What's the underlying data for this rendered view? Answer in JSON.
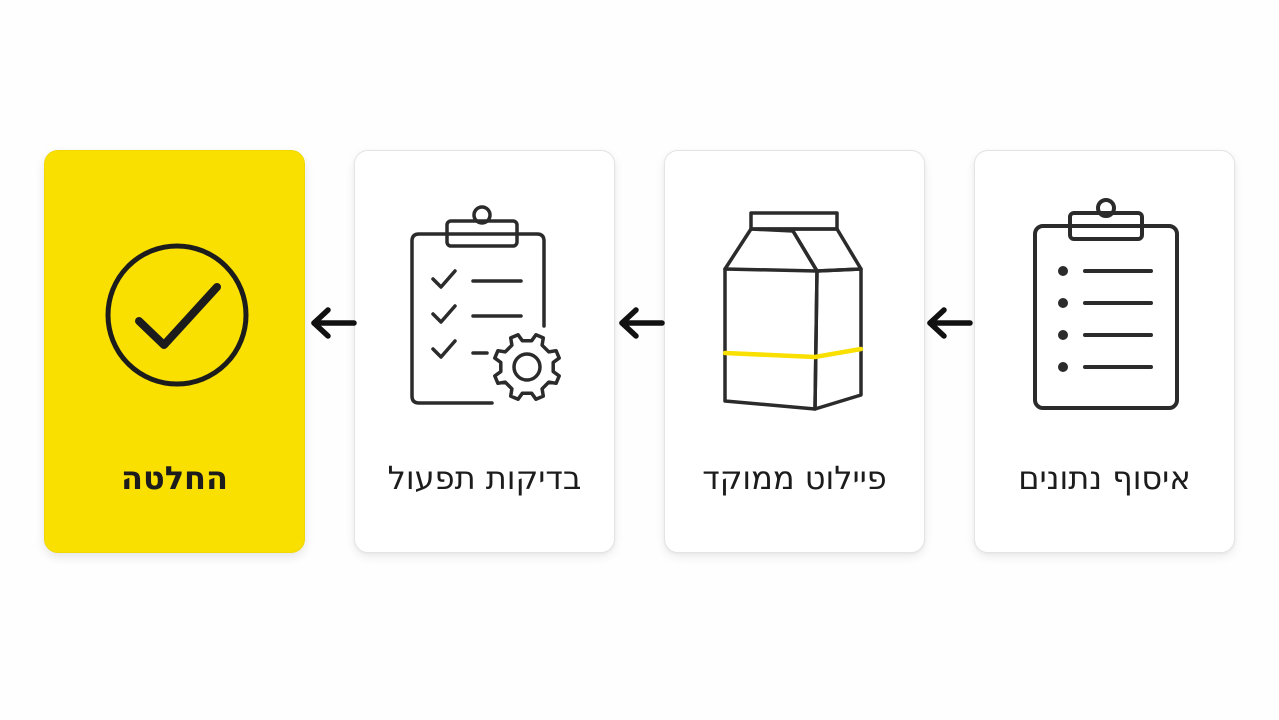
{
  "colors": {
    "accent": "#f9e000",
    "stroke": "#2b2b2b",
    "arrow": "#111111"
  },
  "steps": [
    {
      "label": "איסוף נתונים",
      "icon": "clipboard-list-icon"
    },
    {
      "label": "פיילוט ממוקד",
      "icon": "milk-carton-icon"
    },
    {
      "label": "בדיקות תפעול",
      "icon": "clipboard-checklist-gear-icon"
    },
    {
      "label": "החלטה",
      "icon": "check-circle-icon"
    }
  ]
}
